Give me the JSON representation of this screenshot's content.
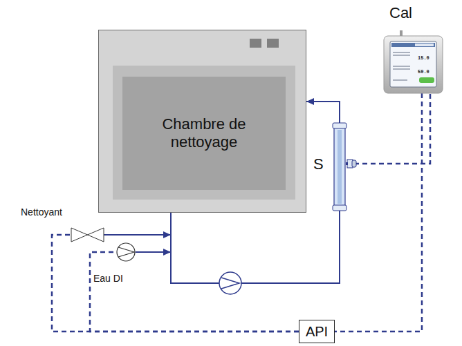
{
  "diagram": {
    "nodes": [
      {
        "text": [
          "Chambre de nettoyage"
        ]
      },
      {
        "text": [
          "S"
        ]
      },
      {
        "text": [
          "Cal"
        ]
      },
      {
        "text": [
          "API"
        ]
      },
      {
        "text": [
          "Nettoyant"
        ]
      },
      {
        "text": [
          "Eau DI"
        ]
      }
    ],
    "edges": [
      {
        "from": 4,
        "to": 0,
        "arrow": "to"
      },
      {
        "from": 5,
        "to": 0,
        "arrow": "to"
      },
      {
        "from": 0,
        "to": 1,
        "arrow": "none"
      },
      {
        "from": 1,
        "to": 0,
        "arrow": "to"
      },
      {
        "from": 1,
        "to": 2,
        "arrow": "none"
      },
      {
        "from": 2,
        "to": 3,
        "arrow": "none"
      },
      {
        "from": 3,
        "to": 4,
        "arrow": "none"
      },
      {
        "from": 3,
        "to": 5,
        "arrow": "none"
      }
    ],
    "labels": [
      "15.0",
      "50.0"
    ]
  }
}
